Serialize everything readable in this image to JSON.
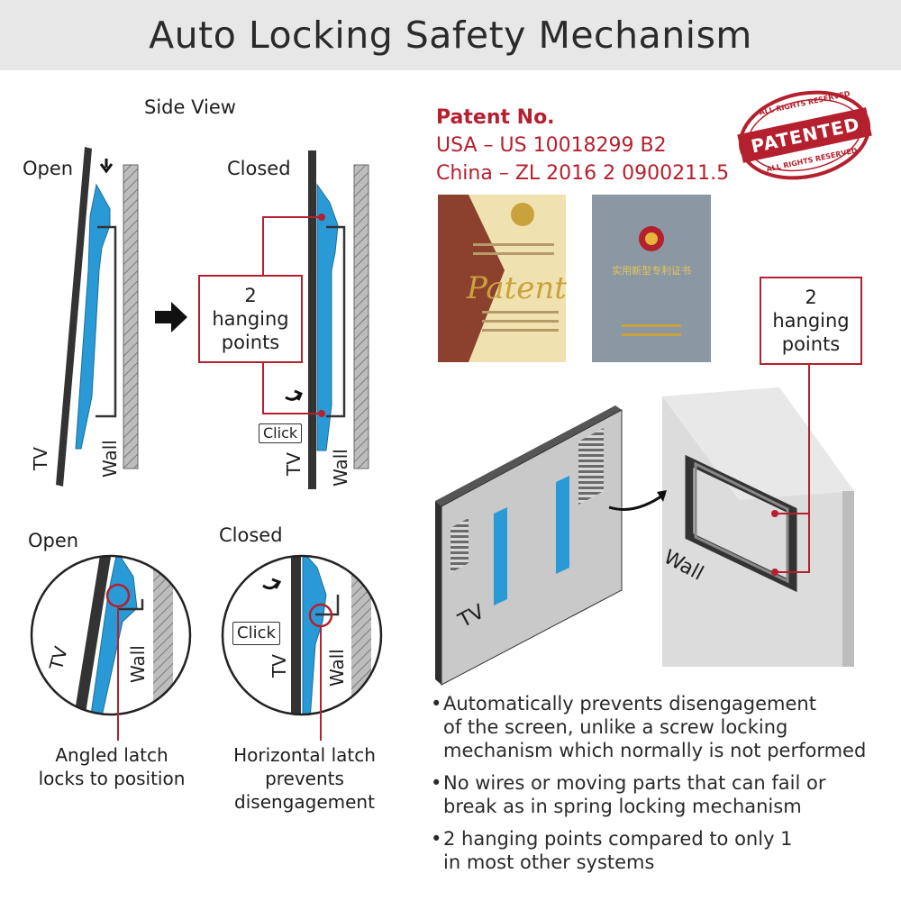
{
  "title": "Auto Locking Safety Mechanism",
  "side_view": {
    "heading": "Side View",
    "open_label": "Open",
    "closed_label": "Closed",
    "tv_label": "TV",
    "wall_label": "Wall",
    "click_label": "Click",
    "callout": [
      "2",
      "hanging",
      "points"
    ]
  },
  "detail": {
    "open_label": "Open",
    "closed_label": "Closed",
    "tv_label": "TV",
    "wall_label": "Wall",
    "click_label": "Click",
    "caption_left": [
      "Angled latch",
      "locks to position"
    ],
    "caption_right": [
      "Horizontal latch",
      "prevents",
      "disengagement"
    ]
  },
  "patent": {
    "heading": "Patent No.",
    "usa": "USA – US 10018299 B2",
    "china": "China – ZL 2016 2 0900211.5",
    "stamp_top": "ALL RIGHTS RESERVED",
    "stamp_main": "PATENTED",
    "stamp_bottom": "ALL RIGHTS RESERVED",
    "us_cert_script": "Patent",
    "cn_cert_title": "实用新型专利证书"
  },
  "isometric": {
    "callout": [
      "2",
      "hanging",
      "points"
    ],
    "tv_label": "TV",
    "wall_label": "Wall"
  },
  "bullets": [
    [
      "Automatically prevents disengagement",
      "of the screen, unlike a screw locking",
      "mechanism which normally is not performed"
    ],
    [
      "No wires or moving parts that can fail or",
      "break as in spring locking mechanism"
    ],
    [
      "2 hanging points compared to only 1",
      "in most other systems"
    ]
  ],
  "colors": {
    "accent_red": "#b5202e",
    "bracket_blue": "#2a9ad6",
    "tv_dark": "#333333",
    "header_bg": "#e7e7e7"
  }
}
